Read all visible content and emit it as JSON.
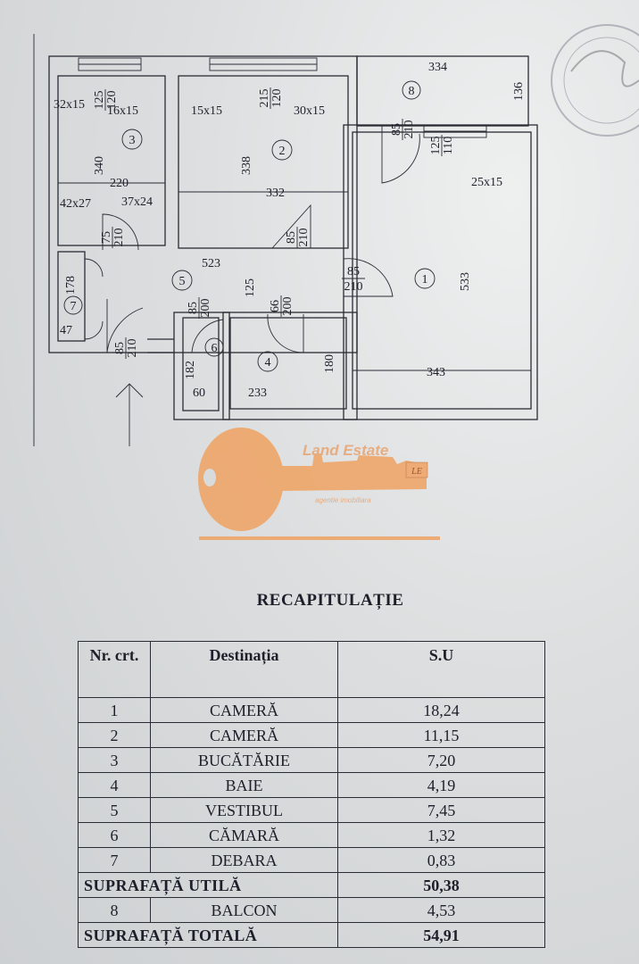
{
  "plan": {
    "rooms": [
      "1",
      "2",
      "3",
      "4",
      "5",
      "6",
      "7",
      "8"
    ],
    "dims": {
      "k_niche1": "32x15",
      "k_niche2": "16x15",
      "k_len": "340",
      "k_wid": "220",
      "k_niche3": "42x27",
      "k_niche4": "37x24",
      "r2_niche1": "15x15",
      "r2_niche2": "30x15",
      "r2_len": "338",
      "r2_wid": "332",
      "v_len": "523",
      "v_wid": "125",
      "d7_len": "178",
      "d7_wid": "47",
      "b_len": "180",
      "b_wid": "233",
      "c_len": "182",
      "c_wid": "60",
      "bal_len": "334",
      "bal_wid": "136",
      "r1_niche": "25x15",
      "r1_len": "533",
      "r1_wid": "343"
    },
    "openings": {
      "k_window": {
        "top": "125",
        "bottom": "120"
      },
      "k_door": {
        "top": "75",
        "bottom": "210"
      },
      "r2_window": {
        "top": "215",
        "bottom": "120"
      },
      "r2_door": {
        "top": "85",
        "bottom": "210"
      },
      "entry_door": {
        "top": "85",
        "bottom": "210"
      },
      "c_door": {
        "top": "85",
        "bottom": "200"
      },
      "b_door": {
        "top": "66",
        "bottom": "200"
      },
      "bal_door": {
        "top": "85",
        "bottom": "210"
      },
      "r1_window": {
        "top": "125",
        "bottom": "110"
      },
      "r1_door": {
        "top": "85",
        "bottom": "210"
      }
    }
  },
  "logo": {
    "name": "Land Estate",
    "tagline": "agentie imobiliara",
    "monogram": "LE",
    "color": "#f0a262"
  },
  "table": {
    "title": "RECAPITULAȚIE",
    "headers": {
      "nr": "Nr. crt.",
      "dest": "Destinația",
      "su": "S.U"
    },
    "rows": [
      {
        "nr": "1",
        "dest": "CAMERĂ",
        "su": "18,24"
      },
      {
        "nr": "2",
        "dest": "CAMERĂ",
        "su": "11,15"
      },
      {
        "nr": "3",
        "dest": "BUCĂTĂRIE",
        "su": "7,20"
      },
      {
        "nr": "4",
        "dest": "BAIE",
        "su": "4,19"
      },
      {
        "nr": "5",
        "dest": "VESTIBUL",
        "su": "7,45"
      },
      {
        "nr": "6",
        "dest": "CĂMARĂ",
        "su": "1,32"
      },
      {
        "nr": "7",
        "dest": "DEBARA",
        "su": "0,83"
      }
    ],
    "useful": {
      "label": "SUPRAFAȚĂ UTILĂ",
      "su": "50,38"
    },
    "balcony": {
      "nr": "8",
      "dest": "BALCON",
      "su": "4,53"
    },
    "total": {
      "label": "SUPRAFAȚĂ TOTALĂ",
      "su": "54,91"
    }
  }
}
